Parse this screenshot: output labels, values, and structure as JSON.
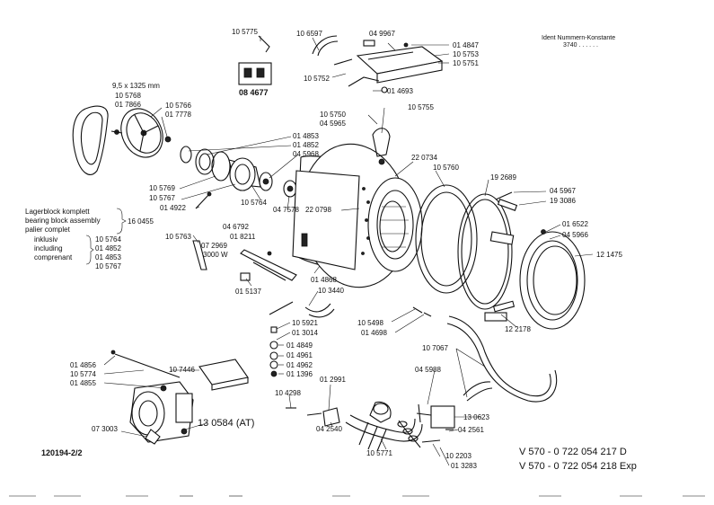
{
  "ident": {
    "title": "Ident Nummern-Konstante",
    "value": "3740 . . . . . ."
  },
  "figure_id": "120194-2/2",
  "model_lines": [
    "V 570 - 0 722 054 217  D",
    "V 570 - 0 722 054 218  Exp"
  ],
  "bearing_block": {
    "lines": [
      "Lagerblock komplett",
      "bearing block assembly",
      "palier complet"
    ],
    "part": "16 0455",
    "incl_lines": [
      "inklusiv",
      "including",
      "comprenant"
    ],
    "incl_parts": [
      "10 5764",
      "01 4852",
      "01 4853",
      "10 5767"
    ]
  },
  "belt": {
    "size": "9,5 x 1325 mm",
    "parts": [
      "10 5768",
      "01 7866"
    ]
  },
  "labels": [
    {
      "id": "l01",
      "text": "10 5775"
    },
    {
      "id": "l02",
      "text": "10 6597"
    },
    {
      "id": "l03",
      "text": "04 9967"
    },
    {
      "id": "l04",
      "text": "01 4847"
    },
    {
      "id": "l05",
      "text": "10 5753"
    },
    {
      "id": "l06",
      "text": "10 5751"
    },
    {
      "id": "l07",
      "text": "08 4677"
    },
    {
      "id": "l08",
      "text": "10 5752"
    },
    {
      "id": "l09",
      "text": "01 4693"
    },
    {
      "id": "l10",
      "text": "10 5766"
    },
    {
      "id": "l11",
      "text": "01 7778"
    },
    {
      "id": "l12",
      "text": "10 5750"
    },
    {
      "id": "l13",
      "text": "04 5965"
    },
    {
      "id": "l14",
      "text": "10 5755"
    },
    {
      "id": "l15",
      "text": "01 4853"
    },
    {
      "id": "l16",
      "text": "01 4852"
    },
    {
      "id": "l17",
      "text": "04 5968"
    },
    {
      "id": "l18",
      "text": "22 0734"
    },
    {
      "id": "l19",
      "text": "10 5760"
    },
    {
      "id": "l20",
      "text": "19 2689"
    },
    {
      "id": "l21",
      "text": "04 5967"
    },
    {
      "id": "l22",
      "text": "19 3086"
    },
    {
      "id": "l23",
      "text": "10 5769"
    },
    {
      "id": "l24",
      "text": "10 5767"
    },
    {
      "id": "l25",
      "text": "01 4922"
    },
    {
      "id": "l26",
      "text": "10 5764"
    },
    {
      "id": "l27",
      "text": "04 7578"
    },
    {
      "id": "l28",
      "text": "22 0798"
    },
    {
      "id": "l29",
      "text": "04 6792"
    },
    {
      "id": "l30",
      "text": "01 8211"
    },
    {
      "id": "l31",
      "text": "10 5763"
    },
    {
      "id": "l32",
      "text": "07 2969"
    },
    {
      "id": "l33",
      "text": "3000 W"
    },
    {
      "id": "l34",
      "text": "01 6522"
    },
    {
      "id": "l35",
      "text": "04 5966"
    },
    {
      "id": "l36",
      "text": "12 1475"
    },
    {
      "id": "l37",
      "text": "01 5137"
    },
    {
      "id": "l38",
      "text": "01 4868"
    },
    {
      "id": "l39",
      "text": "10 3440"
    },
    {
      "id": "l40",
      "text": "10 5921"
    },
    {
      "id": "l41",
      "text": "01 3014"
    },
    {
      "id": "l42",
      "text": "01 4849"
    },
    {
      "id": "l43",
      "text": "01 4961"
    },
    {
      "id": "l44",
      "text": "01 4962"
    },
    {
      "id": "l45",
      "text": "01 1396"
    },
    {
      "id": "l46",
      "text": "10 5498"
    },
    {
      "id": "l47",
      "text": "01 4698"
    },
    {
      "id": "l48",
      "text": "12 2178"
    },
    {
      "id": "l49",
      "text": "10 7067"
    },
    {
      "id": "l50",
      "text": "01 4856"
    },
    {
      "id": "l51",
      "text": "10 5774"
    },
    {
      "id": "l52",
      "text": "01 4855"
    },
    {
      "id": "l53",
      "text": "10 7446"
    },
    {
      "id": "l54",
      "text": "04 5988"
    },
    {
      "id": "l55",
      "text": "01 2991"
    },
    {
      "id": "l56",
      "text": "10 4298"
    },
    {
      "id": "l57",
      "text": "13 0623"
    },
    {
      "id": "l58",
      "text": "13 0584 (AT)"
    },
    {
      "id": "l59",
      "text": "04 2540"
    },
    {
      "id": "l60",
      "text": "04 2561"
    },
    {
      "id": "l61",
      "text": "07 3003"
    },
    {
      "id": "l62",
      "text": "10 5771"
    },
    {
      "id": "l63",
      "text": "10 2203"
    },
    {
      "id": "l64",
      "text": "01 3283"
    }
  ]
}
